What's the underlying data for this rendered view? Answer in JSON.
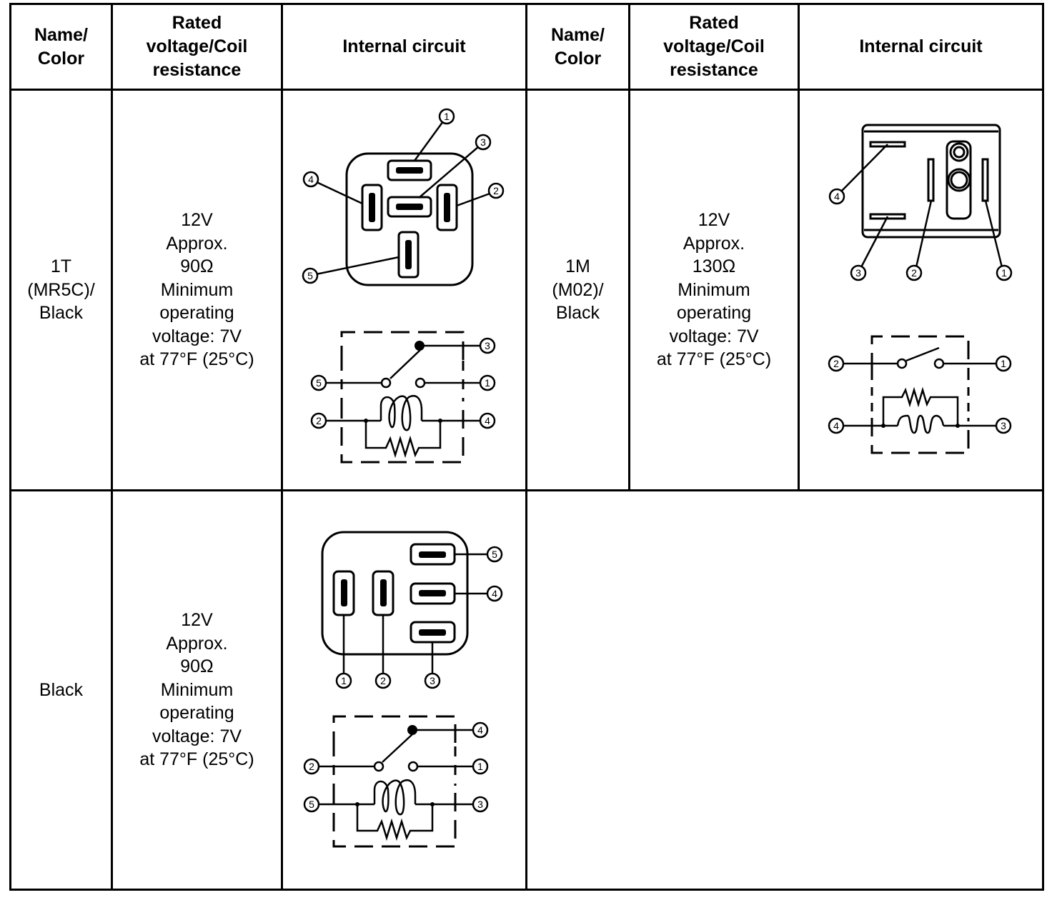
{
  "table": {
    "headers": {
      "left": {
        "name_color": [
          "Name/",
          "Color"
        ],
        "rated": [
          "Rated",
          "voltage/Coil",
          "resistance"
        ],
        "circuit": [
          "Internal circuit"
        ]
      },
      "right": {
        "name_color": [
          "Name/",
          "Color"
        ],
        "rated": [
          "Rated",
          "voltage/Coil",
          "resistance"
        ],
        "circuit": [
          "Internal circuit"
        ]
      }
    },
    "rows": [
      {
        "name": [
          "1T",
          "(MR5C)/",
          "Black"
        ],
        "rated": [
          "12V",
          "Approx.",
          "90Ω",
          "Minimum",
          "operating",
          "voltage: 7V",
          "at 77°F (25°C)"
        ],
        "connector_pins": [
          "1",
          "2",
          "3",
          "4",
          "5"
        ],
        "schematic_pins": [
          "3",
          "5",
          "1",
          "2",
          "4"
        ]
      },
      {
        "name": [
          "1M",
          "(M02)/",
          "Black"
        ],
        "rated": [
          "12V",
          "Approx.",
          "130Ω",
          "Minimum",
          "operating",
          "voltage: 7V",
          "at 77°F (25°C)"
        ],
        "connector_pins": [
          "4",
          "3",
          "2",
          "1"
        ],
        "schematic_pins": [
          "2",
          "1",
          "4",
          "3"
        ]
      },
      {
        "name": [
          "Black"
        ],
        "rated": [
          "12V",
          "Approx.",
          "90Ω",
          "Minimum",
          "operating",
          "voltage: 7V",
          "at 77°F (25°C)"
        ],
        "connector_pins": [
          "5",
          "4",
          "1",
          "2",
          "3"
        ],
        "schematic_pins": [
          "4",
          "2",
          "1",
          "5",
          "3"
        ]
      }
    ]
  }
}
